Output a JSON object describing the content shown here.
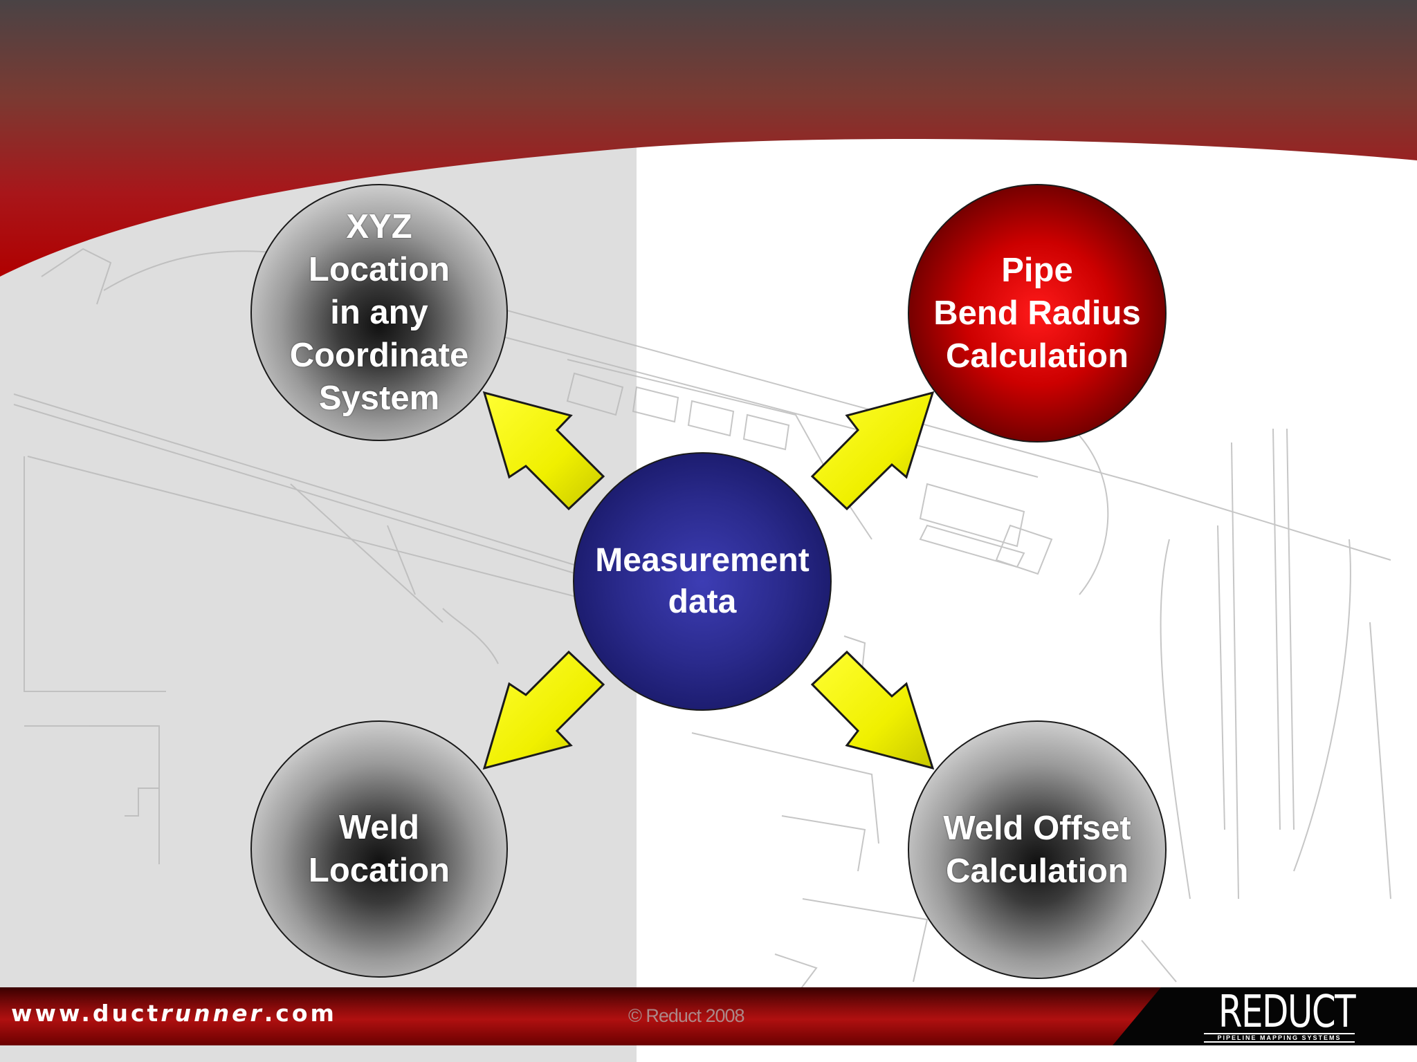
{
  "nodes": {
    "xyz": "XYZ\nLocation\nin any\nCoordinate\nSystem",
    "pipe": "Pipe\nBend Radius\nCalculation",
    "center": "Measurement\ndata",
    "weld": "Weld\nLocation",
    "offset": "Weld Offset\nCalculation"
  },
  "footer": {
    "url_prefix": "www.duct",
    "url_brand": "runner",
    "url_suffix": ".com",
    "copyright": "© Reduct 2008",
    "logo": "REDUCT",
    "logo_tagline": "PIPELINE MAPPING SYSTEMS"
  },
  "colors": {
    "header_red": "#a8161a",
    "header_dark": "#4a4345",
    "arrow_fill": "#f5f500",
    "center_blue": "#2a2a8c",
    "pipe_red": "#cc0000",
    "left_panel": "#dedede"
  }
}
